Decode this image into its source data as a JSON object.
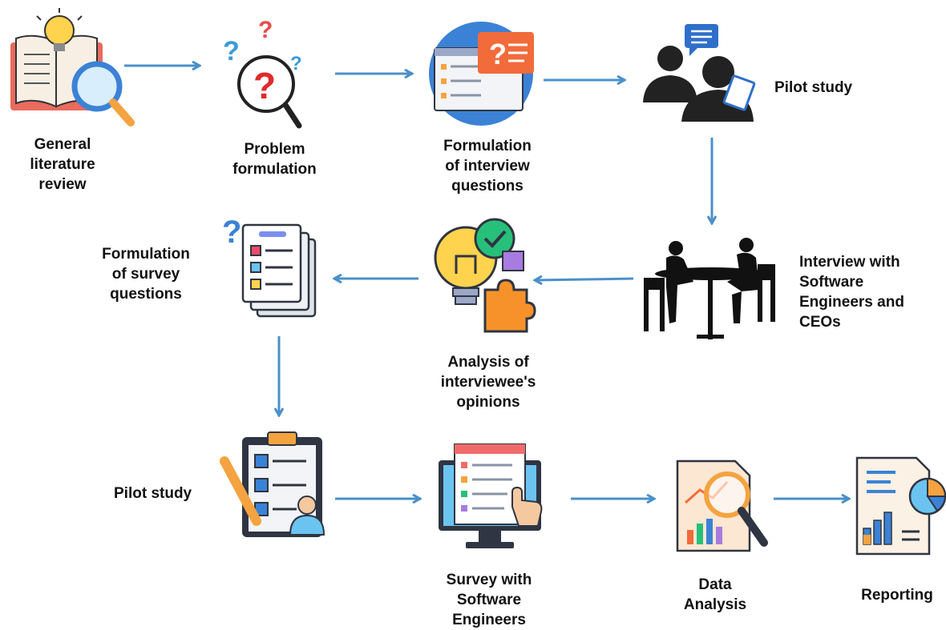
{
  "steps": {
    "literature_review": "General\nliterature\nreview",
    "problem_formulation": "Problem\nformulation",
    "interview_questions": "Formulation\nof interview\nquestions",
    "pilot_study_1": "Pilot study",
    "interview": "Interview with\nSoftware\nEngineers and\nCEOs",
    "analysis": "Analysis of\ninterviewee's\nopinions",
    "survey_questions": "Formulation\nof survey\nquestions",
    "pilot_study_2": "Pilot study",
    "survey": "Survey with\nSoftware\nEngineers",
    "data_analysis": "Data\nAnalysis",
    "reporting": "Reporting"
  },
  "colors": {
    "arrow": "#4a90c8",
    "accent_orange": "#f4a340",
    "accent_blue": "#3b82d6",
    "dark": "#2f3542"
  },
  "icons": [
    "book-lightbulb-magnifier-icon",
    "question-magnifier-icon",
    "questionnaire-icon",
    "interview-people-icon",
    "meeting-silhouette-icon",
    "lightbulb-puzzle-icon",
    "survey-checklist-icon",
    "clipboard-checklist-icon",
    "computer-survey-icon",
    "data-analysis-icon",
    "report-chart-icon"
  ]
}
